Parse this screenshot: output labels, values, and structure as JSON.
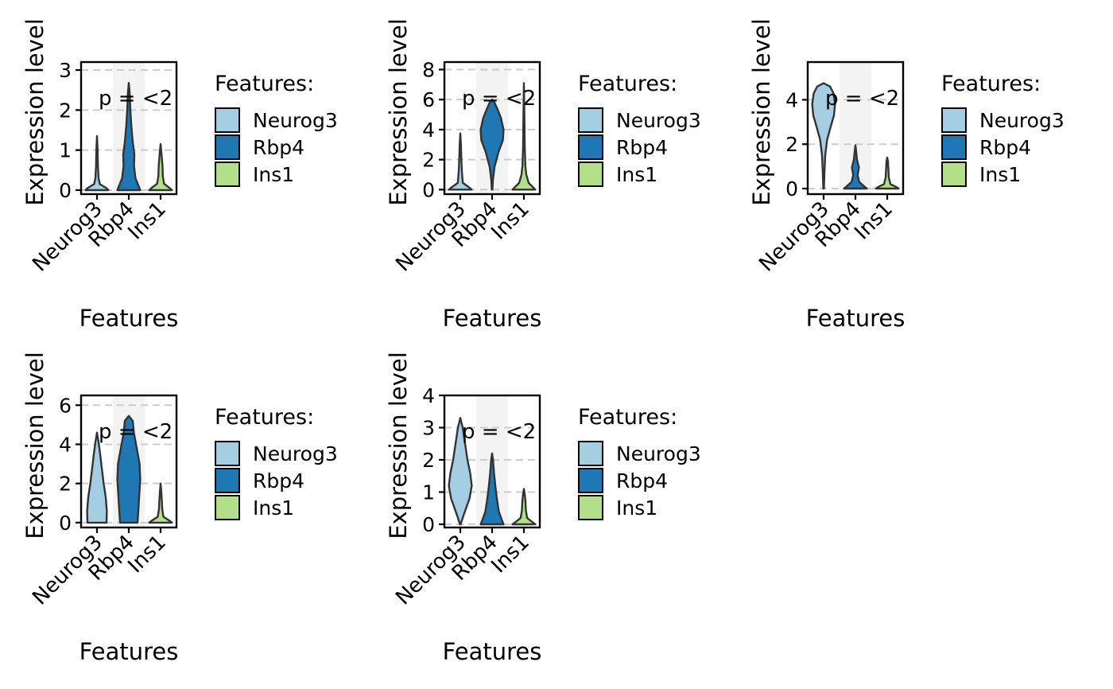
{
  "palette": {
    "Neurog3": "#A6CEE3",
    "Rbp4": "#1F78B4",
    "Ins1": "#B2DF8A",
    "stroke": "#333333",
    "grid": "#CCCCCC",
    "band": "#F3F3F3"
  },
  "chart_data": [
    {
      "type": "violin",
      "title": "Ductal",
      "xlabel": "Features",
      "ylabel": "Expression level",
      "annotation": "p = <2",
      "legend": {
        "title": "Features:",
        "entries": [
          "Neurog3",
          "Rbp4",
          "Ins1"
        ],
        "position": "right"
      },
      "categories": [
        "Neurog3",
        "Rbp4",
        "Ins1"
      ],
      "ylim": [
        -0.1,
        3.2
      ],
      "yticks": [
        0,
        1,
        2,
        3
      ],
      "grid": "horizontal-dashed",
      "shaded_category": "Rbp4",
      "violins": [
        {
          "name": "Neurog3",
          "ymax": 1.35,
          "profile": [
            [
              0,
              0.72
            ],
            [
              0.05,
              0.6
            ],
            [
              0.15,
              0.18
            ],
            [
              0.3,
              0.1
            ],
            [
              0.6,
              0.06
            ],
            [
              1.0,
              0.04
            ],
            [
              1.35,
              0.0
            ]
          ]
        },
        {
          "name": "Rbp4",
          "ymax": 2.68,
          "profile": [
            [
              0,
              0.72
            ],
            [
              0.12,
              0.6
            ],
            [
              0.3,
              0.42
            ],
            [
              0.6,
              0.33
            ],
            [
              0.9,
              0.35
            ],
            [
              1.2,
              0.25
            ],
            [
              1.6,
              0.16
            ],
            [
              2.0,
              0.1
            ],
            [
              2.4,
              0.06
            ],
            [
              2.68,
              0.0
            ]
          ]
        },
        {
          "name": "Ins1",
          "ymax": 1.15,
          "profile": [
            [
              0,
              0.72
            ],
            [
              0.06,
              0.55
            ],
            [
              0.16,
              0.22
            ],
            [
              0.35,
              0.14
            ],
            [
              0.6,
              0.12
            ],
            [
              0.85,
              0.07
            ],
            [
              1.15,
              0.0
            ]
          ]
        }
      ]
    },
    {
      "type": "violin",
      "title": "ndocrin",
      "xlabel": "Features",
      "ylabel": "Expression level",
      "annotation": "p = <2",
      "legend": {
        "title": "Features:",
        "entries": [
          "Neurog3",
          "Rbp4",
          "Ins1"
        ],
        "position": "right"
      },
      "categories": [
        "Neurog3",
        "Rbp4",
        "Ins1"
      ],
      "ylim": [
        -0.3,
        8.5
      ],
      "yticks": [
        0,
        2,
        4,
        6,
        8
      ],
      "grid": "horizontal-dashed",
      "shaded_category": "Rbp4",
      "violins": [
        {
          "name": "Neurog3",
          "ymax": 3.75,
          "profile": [
            [
              0,
              0.72
            ],
            [
              0.15,
              0.55
            ],
            [
              0.45,
              0.16
            ],
            [
              1.2,
              0.1
            ],
            [
              2.2,
              0.06
            ],
            [
              3.0,
              0.04
            ],
            [
              3.75,
              0.0
            ]
          ]
        },
        {
          "name": "Rbp4",
          "ymax": 6.0,
          "profile": [
            [
              0,
              0.02
            ],
            [
              0.6,
              0.05
            ],
            [
              1.5,
              0.15
            ],
            [
              2.5,
              0.4
            ],
            [
              3.3,
              0.68
            ],
            [
              4.0,
              0.72
            ],
            [
              4.8,
              0.55
            ],
            [
              5.4,
              0.32
            ],
            [
              5.8,
              0.15
            ],
            [
              6.0,
              0.0
            ]
          ]
        },
        {
          "name": "Ins1",
          "ymax": 7.1,
          "profile": [
            [
              0,
              0.72
            ],
            [
              0.15,
              0.58
            ],
            [
              0.45,
              0.3
            ],
            [
              1.0,
              0.15
            ],
            [
              1.6,
              0.09
            ],
            [
              3.0,
              0.05
            ],
            [
              5.0,
              0.03
            ],
            [
              7.1,
              0.0
            ]
          ]
        }
      ]
    },
    {
      "type": "violin",
      "title": "n3-high-",
      "xlabel": "Features",
      "ylabel": "Expression level",
      "annotation": "p = <2",
      "legend": {
        "title": "Features:",
        "entries": [
          "Neurog3",
          "Rbp4",
          "Ins1"
        ],
        "position": "right"
      },
      "categories": [
        "Neurog3",
        "Rbp4",
        "Ins1"
      ],
      "ylim": [
        -0.25,
        5.7
      ],
      "yticks": [
        0,
        2,
        4
      ],
      "grid": "horizontal-dashed",
      "shaded_category": "Rbp4",
      "violins": [
        {
          "name": "Neurog3",
          "ymax": 4.75,
          "profile": [
            [
              0,
              0.02
            ],
            [
              0.7,
              0.05
            ],
            [
              1.5,
              0.1
            ],
            [
              2.2,
              0.22
            ],
            [
              2.8,
              0.45
            ],
            [
              3.3,
              0.65
            ],
            [
              3.8,
              0.72
            ],
            [
              4.3,
              0.62
            ],
            [
              4.6,
              0.4
            ],
            [
              4.75,
              0.0
            ]
          ]
        },
        {
          "name": "Rbp4",
          "ymax": 1.95,
          "profile": [
            [
              0,
              0.72
            ],
            [
              0.1,
              0.55
            ],
            [
              0.3,
              0.24
            ],
            [
              0.6,
              0.14
            ],
            [
              0.95,
              0.22
            ],
            [
              1.3,
              0.1
            ],
            [
              1.65,
              0.05
            ],
            [
              1.95,
              0.0
            ]
          ]
        },
        {
          "name": "Ins1",
          "ymax": 1.4,
          "profile": [
            [
              0,
              0.72
            ],
            [
              0.08,
              0.55
            ],
            [
              0.2,
              0.2
            ],
            [
              0.5,
              0.1
            ],
            [
              0.9,
              0.07
            ],
            [
              1.2,
              0.05
            ],
            [
              1.4,
              0.0
            ]
          ]
        }
      ]
    },
    {
      "type": "violin",
      "title": "-endocr",
      "xlabel": "Features",
      "ylabel": "Expression level",
      "annotation": "p = <2",
      "legend": {
        "title": "Features:",
        "entries": [
          "Neurog3",
          "Rbp4",
          "Ins1"
        ],
        "position": "right"
      },
      "categories": [
        "Neurog3",
        "Rbp4",
        "Ins1"
      ],
      "ylim": [
        -0.25,
        6.5
      ],
      "yticks": [
        0,
        2,
        4,
        6
      ],
      "grid": "horizontal-dashed",
      "shaded_category": "Rbp4",
      "violins": [
        {
          "name": "Neurog3",
          "ymax": 4.6,
          "profile": [
            [
              0,
              0.6
            ],
            [
              0.6,
              0.62
            ],
            [
              1.3,
              0.55
            ],
            [
              2.0,
              0.42
            ],
            [
              2.8,
              0.3
            ],
            [
              3.5,
              0.2
            ],
            [
              4.1,
              0.1
            ],
            [
              4.6,
              0.0
            ]
          ]
        },
        {
          "name": "Rbp4",
          "ymax": 5.45,
          "profile": [
            [
              0,
              0.55
            ],
            [
              0.6,
              0.6
            ],
            [
              1.3,
              0.65
            ],
            [
              2.2,
              0.72
            ],
            [
              3.0,
              0.68
            ],
            [
              3.8,
              0.5
            ],
            [
              4.6,
              0.32
            ],
            [
              5.2,
              0.25
            ],
            [
              5.45,
              0.0
            ]
          ]
        },
        {
          "name": "Ins1",
          "ymax": 2.0,
          "profile": [
            [
              0,
              0.72
            ],
            [
              0.1,
              0.55
            ],
            [
              0.3,
              0.18
            ],
            [
              0.7,
              0.1
            ],
            [
              1.1,
              0.08
            ],
            [
              1.5,
              0.05
            ],
            [
              2.0,
              0.0
            ]
          ]
        }
      ]
    },
    {
      "type": "violin",
      "title": "n3-low-",
      "xlabel": "Features",
      "ylabel": "Expression level",
      "annotation": "p = <2",
      "legend": {
        "title": "Features:",
        "entries": [
          "Neurog3",
          "Rbp4",
          "Ins1"
        ],
        "position": "right"
      },
      "categories": [
        "Neurog3",
        "Rbp4",
        "Ins1"
      ],
      "ylim": [
        -0.1,
        4.0
      ],
      "yticks": [
        0,
        1,
        2,
        3,
        4
      ],
      "grid": "horizontal-dashed",
      "shaded_category": "Rbp4",
      "violins": [
        {
          "name": "Neurog3",
          "ymax": 3.3,
          "profile": [
            [
              0,
              0.02
            ],
            [
              0.3,
              0.22
            ],
            [
              0.8,
              0.58
            ],
            [
              1.2,
              0.72
            ],
            [
              1.6,
              0.62
            ],
            [
              2.0,
              0.45
            ],
            [
              2.5,
              0.3
            ],
            [
              3.0,
              0.15
            ],
            [
              3.3,
              0.0
            ]
          ]
        },
        {
          "name": "Rbp4",
          "ymax": 2.2,
          "profile": [
            [
              0,
              0.72
            ],
            [
              0.15,
              0.6
            ],
            [
              0.4,
              0.42
            ],
            [
              0.8,
              0.3
            ],
            [
              1.2,
              0.2
            ],
            [
              1.6,
              0.12
            ],
            [
              2.0,
              0.06
            ],
            [
              2.2,
              0.0
            ]
          ]
        },
        {
          "name": "Ins1",
          "ymax": 1.1,
          "profile": [
            [
              0,
              0.72
            ],
            [
              0.06,
              0.55
            ],
            [
              0.2,
              0.2
            ],
            [
              0.45,
              0.12
            ],
            [
              0.7,
              0.1
            ],
            [
              0.9,
              0.06
            ],
            [
              1.1,
              0.0
            ]
          ]
        }
      ]
    }
  ]
}
